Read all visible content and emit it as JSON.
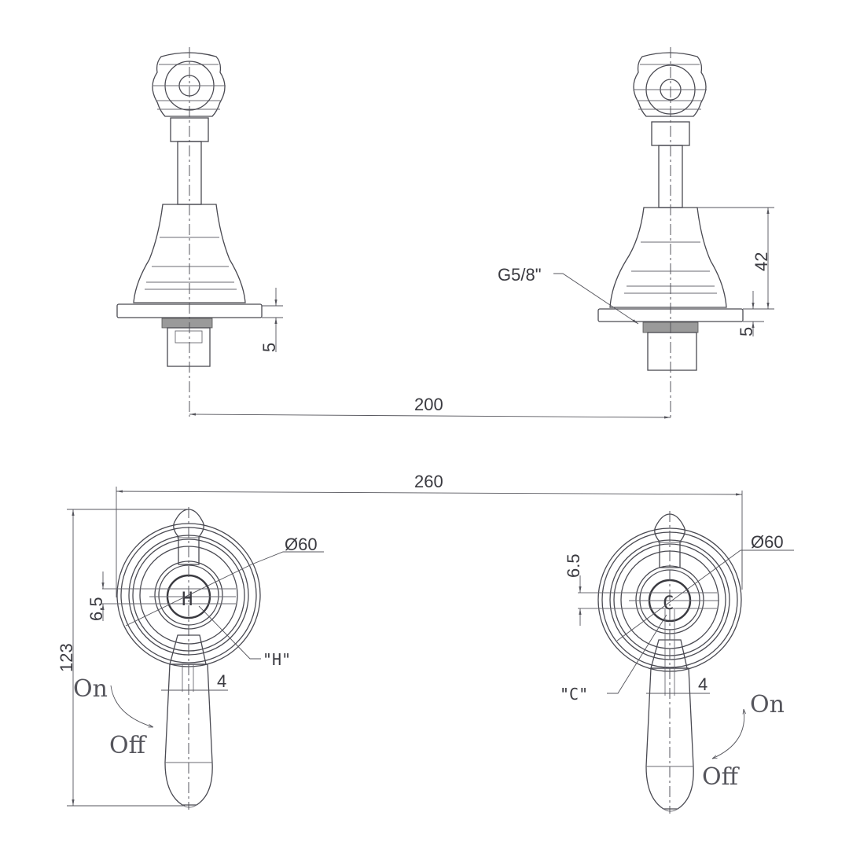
{
  "drawing": {
    "title": "Lever valve pair technical drawing",
    "stroke_color": "#4a4a52",
    "text_color": "#3a3a40",
    "background": "#ffffff"
  },
  "side_views": {
    "left": {
      "flange_thickness_label": "5"
    },
    "right": {
      "thread_label": "G5/8\"",
      "body_height_label": "42",
      "flange_thickness_label": "5"
    },
    "centre_distance_label": "200"
  },
  "front_views": {
    "overall_width_label": "260",
    "overall_height_label": "123",
    "hot": {
      "diameter_label": "Ø60",
      "diameter_symbol": "Ø",
      "diameter_value": "60",
      "offset_label": "6.5",
      "cap_letter": "H",
      "cap_label": "\"H\"",
      "lever_width_label": "4",
      "rotation_start": "On",
      "rotation_end": "Off"
    },
    "cold": {
      "diameter_label": "Ø60",
      "diameter_symbol": "Ø",
      "diameter_value": "60",
      "offset_label": "6.5",
      "cap_letter": "C",
      "cap_label": "\"C\"",
      "lever_width_label": "4",
      "rotation_start": "On",
      "rotation_end": "Off"
    }
  }
}
